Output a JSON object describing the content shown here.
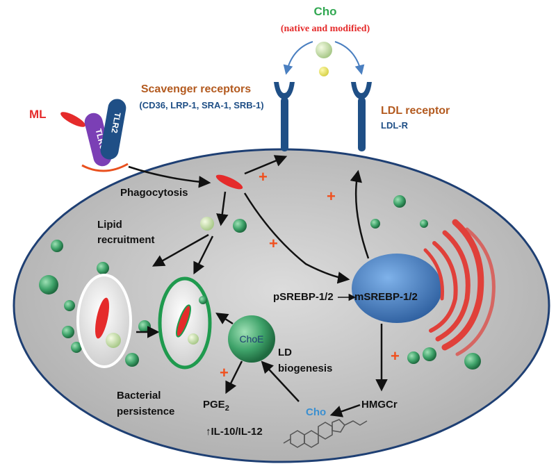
{
  "cholesterol": {
    "title": "Cho",
    "subtitle": "(native and modified)"
  },
  "scavenger": {
    "title": "Scavenger receptors",
    "list": "(CD36, LRP-1, SRA-1, SRB-1)"
  },
  "ldl": {
    "title": "LDL receptor",
    "abbr": "LDL-R"
  },
  "ml": {
    "label": "ML"
  },
  "tlr": {
    "tlr6": "TLR6",
    "tlr2": "TLR2"
  },
  "process": {
    "phagocytosis": "Phagocytosis",
    "lipid_recruitment_1": "Lipid",
    "lipid_recruitment_2": "recruitment",
    "bacterial_persistence_1": "Bacterial",
    "bacterial_persistence_2": "persistence",
    "ld_biogenesis_1": "LD",
    "ld_biogenesis_2": "biogenesis"
  },
  "molecules": {
    "psrebp": "pSREBP-1/2",
    "msrebp": "mSREBP-1/2",
    "hmgcr": "HMGCr",
    "choe": "ChoE",
    "cho_inner": "Cho",
    "pge2": "PGE",
    "pge2_sub": "2",
    "il": "IL-10/IL-12",
    "up_arrow": "↑"
  },
  "plus_sign": "+",
  "colors": {
    "cell_fill": "#c9c9c9",
    "receptor": "#1f4f86",
    "droplet": "#3fa36a",
    "nucleus": "#3f78c0",
    "er": "#e0403a",
    "mycobacterium": "#e52b2b",
    "cho_text": "#3a8fd0",
    "ml_text": "#e52b2b",
    "green_text": "#32a852",
    "brown_text": "#b35a1f"
  }
}
